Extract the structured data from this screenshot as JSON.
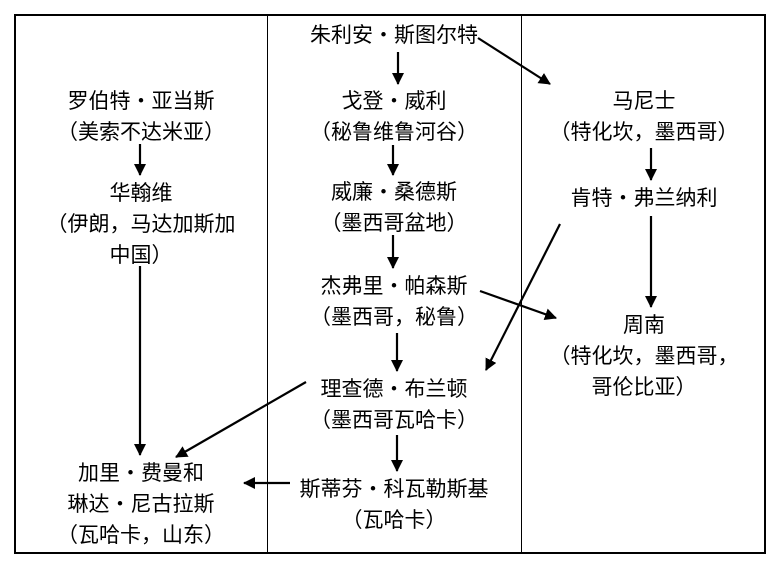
{
  "diagram": {
    "nodes": {
      "zhu_liyan": {
        "lines": [
          "朱利安・斯图尔特"
        ]
      },
      "ge_deng": {
        "lines": [
          "戈登・威利",
          "（秘鲁维鲁河谷）"
        ]
      },
      "wei_lian": {
        "lines": [
          "威廉・桑德斯",
          "（墨西哥盆地）"
        ]
      },
      "jie_fuli": {
        "lines": [
          "杰弗里・帕森斯",
          "（墨西哥，秘鲁）"
        ]
      },
      "li_chade": {
        "lines": [
          "理查德・布兰顿",
          "（墨西哥瓦哈卡）"
        ]
      },
      "si_difen": {
        "lines": [
          "斯蒂芬・科瓦勒斯基",
          "（瓦哈卡）"
        ]
      },
      "luo_bote": {
        "lines": [
          "罗伯特・亚当斯",
          "（美索不达米亚）"
        ]
      },
      "hua_hanwei": {
        "lines": [
          "华翰维",
          "（伊朗，马达加斯加",
          "中国）"
        ]
      },
      "jiali": {
        "lines": [
          "加里・费曼和",
          "琳达・尼古拉斯",
          "（瓦哈卡，山东）"
        ]
      },
      "ma_nishi": {
        "lines": [
          "马尼士",
          "（特化坎，墨西哥）"
        ]
      },
      "ken_te": {
        "lines": [
          "肯特・弗兰纳利"
        ]
      },
      "zhou_nan": {
        "lines": [
          "周南",
          "（特化坎，墨西哥，",
          "哥伦比亚）"
        ]
      }
    },
    "edges": [
      {
        "from": "zhu_liyan",
        "to": "ge_deng"
      },
      {
        "from": "zhu_liyan",
        "to": "ma_nishi"
      },
      {
        "from": "ge_deng",
        "to": "wei_lian"
      },
      {
        "from": "wei_lian",
        "to": "jie_fuli"
      },
      {
        "from": "jie_fuli",
        "to": "li_chade"
      },
      {
        "from": "jie_fuli",
        "to": "zhou_nan"
      },
      {
        "from": "li_chade",
        "to": "si_difen"
      },
      {
        "from": "li_chade",
        "to": "jiali"
      },
      {
        "from": "si_difen",
        "to": "jiali"
      },
      {
        "from": "luo_bote",
        "to": "hua_hanwei"
      },
      {
        "from": "hua_hanwei",
        "to": "jiali"
      },
      {
        "from": "ma_nishi",
        "to": "ken_te"
      },
      {
        "from": "ken_te",
        "to": "zhou_nan"
      },
      {
        "from": "ken_te",
        "to": "li_chade"
      }
    ]
  }
}
